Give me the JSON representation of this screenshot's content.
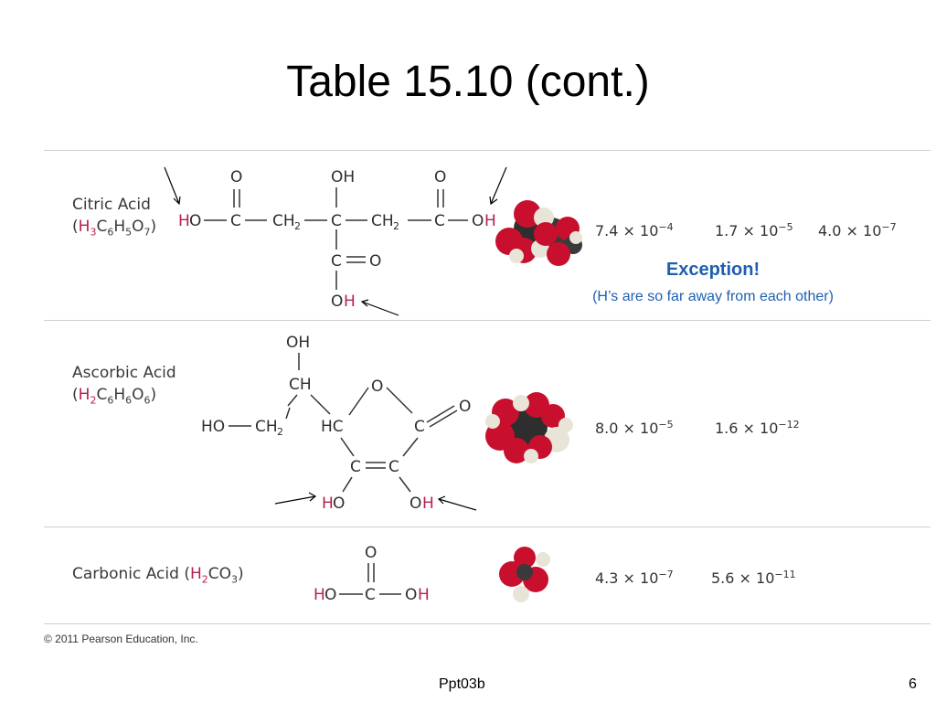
{
  "slide": {
    "title": "Table 15.10 (cont.)",
    "footer_center": "Ppt03b",
    "page_number": "6",
    "copyright": "© 2011 Pearson Education, Inc."
  },
  "rows": [
    {
      "name": "Citric Acid",
      "ka": [
        {
          "base": "7.4 × 10",
          "exp": "−4"
        },
        {
          "base": "1.7 × 10",
          "exp": "−5"
        },
        {
          "base": "4.0 × 10",
          "exp": "−7"
        }
      ]
    },
    {
      "name": "Ascorbic Acid",
      "ka": [
        {
          "base": "8.0 × 10",
          "exp": "−5"
        },
        {
          "base": "1.6 × 10",
          "exp": "−12"
        }
      ]
    },
    {
      "name": "Carbonic Acid",
      "ka": [
        {
          "base": "4.3 × 10",
          "exp": "−7"
        },
        {
          "base": "5.6 × 10",
          "exp": "−11"
        }
      ]
    }
  ],
  "note": {
    "heading": "Exception!",
    "text": "(H’s are so far away from each other)"
  },
  "colors": {
    "highlight_h": "#b3214b",
    "note": "#1f5fb0",
    "oxygen": "#c8102e",
    "carbon": "#333333",
    "hydrogen": "#e8e4d8"
  }
}
